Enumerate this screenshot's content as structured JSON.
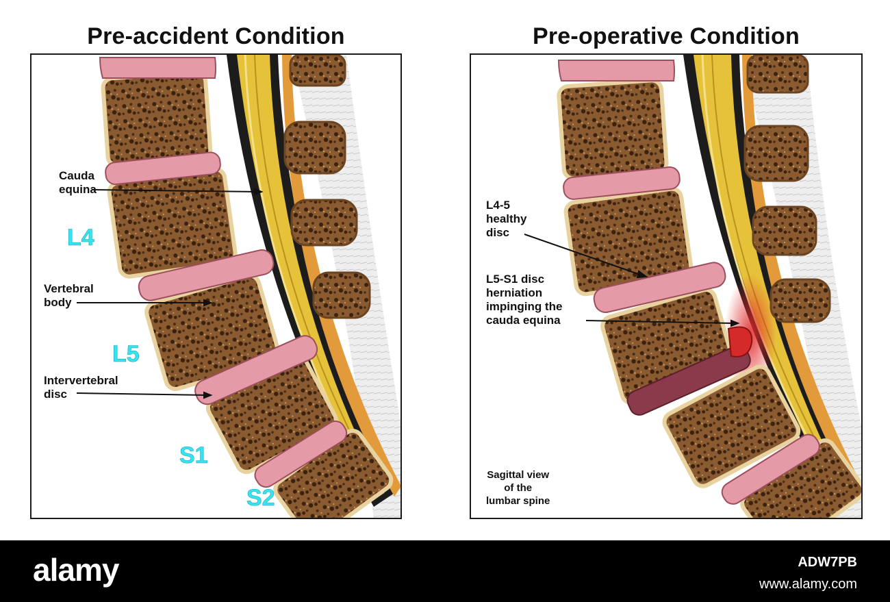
{
  "left_panel": {
    "title": "Pre-accident Condition",
    "labels": {
      "cauda": "Cauda\nequina",
      "vertebral": "Vertebral\nbody",
      "disc": "Intervertebral\ndisc"
    },
    "levels": [
      "L4",
      "L5",
      "S1",
      "S2"
    ]
  },
  "right_panel": {
    "title": "Pre-operative Condition",
    "labels": {
      "healthy": "L4-5\nhealthy\ndisc",
      "herniation": "L5-S1 disc\nherniation\nimpinging the\ncauda equina",
      "view": "Sagittal view\nof the\nlumbar spine"
    }
  },
  "footer": {
    "logo": "alamy",
    "image_id": "ADW7PB",
    "site": "www.alamy.com"
  },
  "colors": {
    "bone": "#8a5a30",
    "bone_rim": "#e8d2a0",
    "disc": "#e59aa8",
    "nerve": "#e6c23a",
    "herniation": "#d42a2a",
    "level_label": "#38e3f0"
  }
}
